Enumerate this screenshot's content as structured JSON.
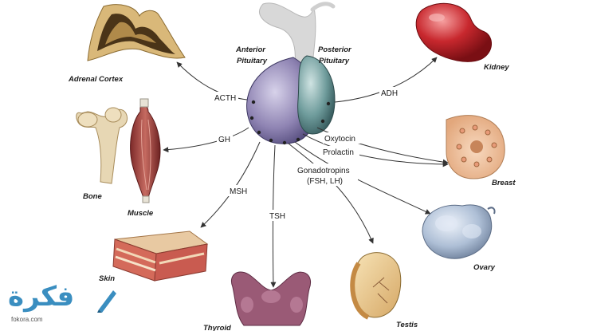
{
  "pituitary": {
    "anterior_label_1": "Anterior",
    "anterior_label_2": "Pituitary",
    "posterior_label_1": "Posterior",
    "posterior_label_2": "Pituitary"
  },
  "hormones": {
    "acth": "ACTH",
    "gh": "GH",
    "msh": "MSH",
    "tsh": "TSH",
    "gonadotropins_1": "Gonadotropins",
    "gonadotropins_2": "(FSH, LH)",
    "prolactin": "Prolactin",
    "oxytocin": "Oxytocin",
    "adh": "ADH"
  },
  "targets": {
    "adrenal": "Adrenal Cortex",
    "bone": "Bone",
    "muscle": "Muscle",
    "skin": "Skin",
    "thyroid": "Thyroid",
    "testis": "Testis",
    "ovary": "Ovary",
    "breast": "Breast",
    "kidney": "Kidney"
  },
  "watermark": {
    "arabic": "فكرة",
    "domain": "fokora.com"
  },
  "colors": {
    "anterior_lobe": "#8f84b3",
    "posterior_lobe": "#6f9c9c",
    "kidney": "#c8282e",
    "brand": "#3a8ec0"
  }
}
